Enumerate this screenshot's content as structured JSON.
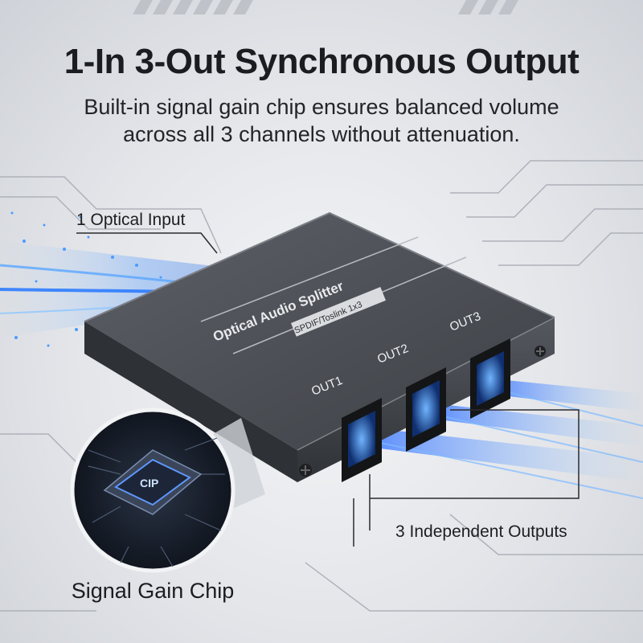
{
  "headline": "1-In 3-Out Synchronous Output",
  "subheadline": {
    "line1": "Built-in signal gain chip ensures balanced volume",
    "line2": "across all 3 channels without attenuation."
  },
  "callouts": {
    "optical_input": "1 Optical Input",
    "outputs": "3 Independent Outputs",
    "chip": "Signal Gain Chip"
  },
  "device": {
    "name": "Optical Audio Splitter",
    "model": "SPDIF/Toslink 1x3",
    "ports": [
      "OUT1",
      "OUT2",
      "OUT3"
    ]
  },
  "chip_label": "CIP",
  "colors": {
    "device_body": "#4a4d53",
    "beam_blue": "#3d8cff",
    "text_dark": "#1b1c1f"
  }
}
